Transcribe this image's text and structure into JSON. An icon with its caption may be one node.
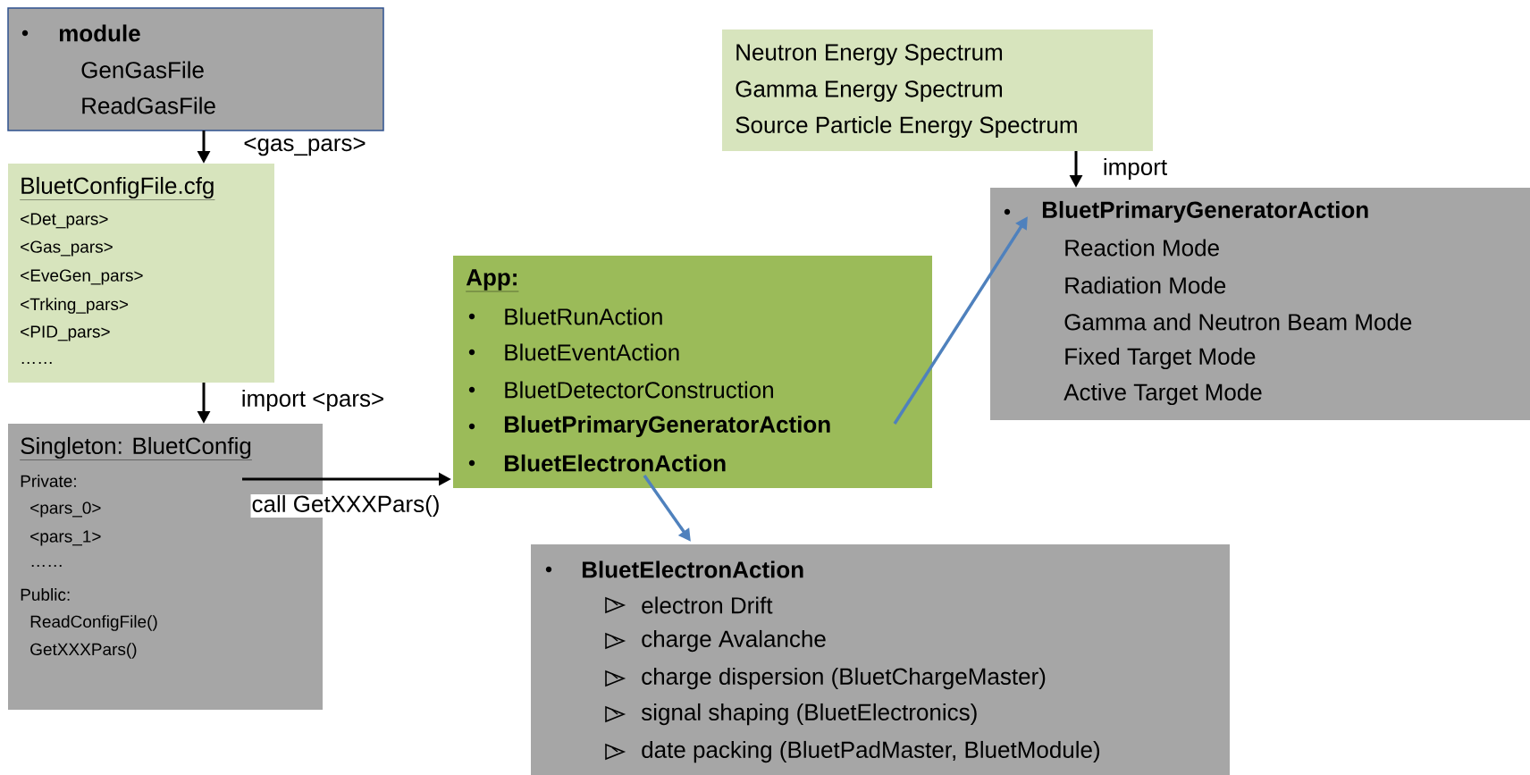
{
  "diagram": {
    "nodes": [
      {
        "text": [
          "module",
          "GenGasFile",
          "ReadGasFile"
        ]
      },
      {
        "text": [
          "BluetConfigFile.cfg",
          "<Det_pars>",
          "<Gas_pars>",
          "<EveGen_pars>",
          "<Trking_pars>",
          "<PID_pars>",
          "……"
        ]
      },
      {
        "text": [
          "Singleton: BluetConfig",
          "Private:",
          "<pars_0>",
          "<pars_1>",
          "……",
          "Public:",
          "ReadConfigFile()",
          "GetXXXPars()"
        ]
      },
      {
        "text": [
          "App:",
          "BluetRunAction",
          "BluetEventAction",
          "BluetDetectorConstruction",
          "BluetPrimaryGeneratorAction",
          "BluetElectronAction"
        ]
      },
      {
        "text": [
          "Neutron Energy Spectrum",
          "Gamma Energy Spectrum",
          "Source Particle Energy Spectrum"
        ]
      },
      {
        "text": [
          "BluetPrimaryGeneratorAction",
          "Reaction Mode",
          "Radiation Mode",
          "Gamma and Neutron Beam Mode",
          "Fixed Target Mode",
          "Active Target Mode"
        ]
      },
      {
        "text": [
          "BluetElectronAction",
          "electron Drift",
          "charge Avalanche",
          "charge dispersion (BluetChargeMaster)",
          "signal shaping (BluetElectronics)",
          "date packing (BluetPadMaster, BluetModule)"
        ]
      }
    ],
    "edges": [
      {
        "from": 0,
        "to": 1,
        "arrow": "to",
        "label": "<gas_pars>"
      },
      {
        "from": 1,
        "to": 2,
        "arrow": "to",
        "label": "import <pars>"
      },
      {
        "from": 2,
        "to": 3,
        "arrow": "to",
        "label": "call GetXXXPars()"
      },
      {
        "from": 4,
        "to": 5,
        "arrow": "to",
        "label": "import"
      },
      {
        "from": 3,
        "to": 5,
        "arrow": "to",
        "color": "#4f81bd"
      },
      {
        "from": 3,
        "to": 6,
        "arrow": "to",
        "color": "#4f81bd"
      }
    ]
  }
}
